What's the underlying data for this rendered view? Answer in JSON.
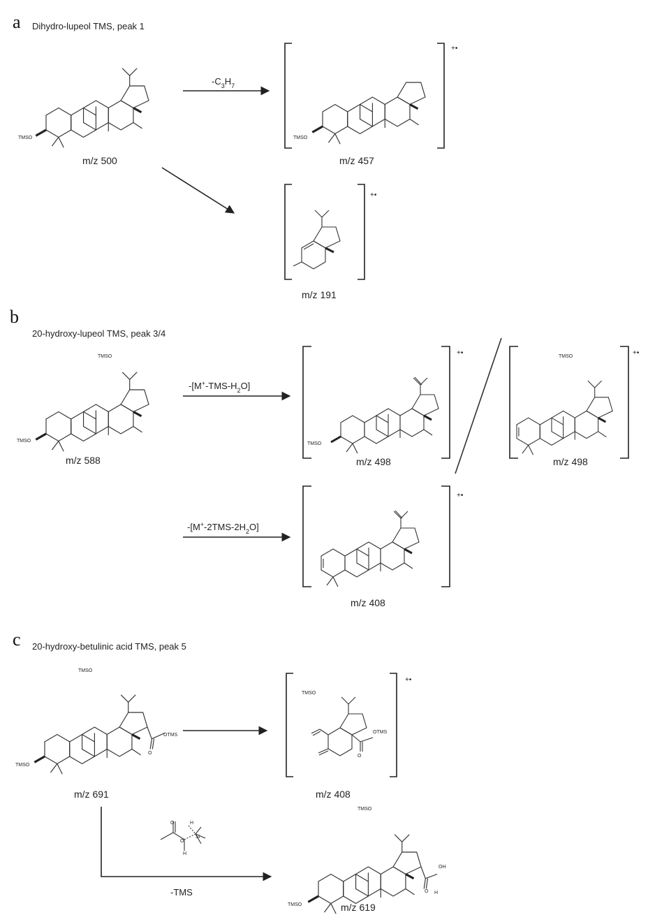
{
  "panels": {
    "a": {
      "letter": "a",
      "title": "Dihydro-lupeol TMS, peak 1",
      "parent_mz": "m/z 500",
      "loss_label": "-C",
      "loss_sub1": "3",
      "loss_mid": "H",
      "loss_sub2": "7",
      "frag1_mz": "m/z 457",
      "frag2_mz": "m/z 191"
    },
    "b": {
      "letter": "b",
      "title": "20-hydroxy-lupeol TMS, peak 3/4",
      "parent_mz": "m/z 588",
      "loss1_a": "-[M",
      "loss1_sup": "+",
      "loss1_b": "-TMS-H",
      "loss1_sub": "2",
      "loss1_c": "O]",
      "loss2_a": "-[M",
      "loss2_sup": "+",
      "loss2_b": "-2TMS-2H",
      "loss2_sub": "2",
      "loss2_c": "O]",
      "frag1_mz": "m/z 498",
      "frag2_mz": "m/z 498",
      "frag3_mz": "m/z 408"
    },
    "c": {
      "letter": "c",
      "title": "20-hydroxy-betulinic acid TMS, peak 5",
      "parent_mz": "m/z 691",
      "frag1_mz": "m/z 408",
      "frag2_mz": "m/z 619",
      "loss_label": "-TMS"
    }
  },
  "labels": {
    "tmso": "TMSO",
    "otms": "OTMS",
    "o": "O",
    "oh": "OH",
    "h": "H",
    "si": "Si",
    "radical_cation": "+•"
  }
}
